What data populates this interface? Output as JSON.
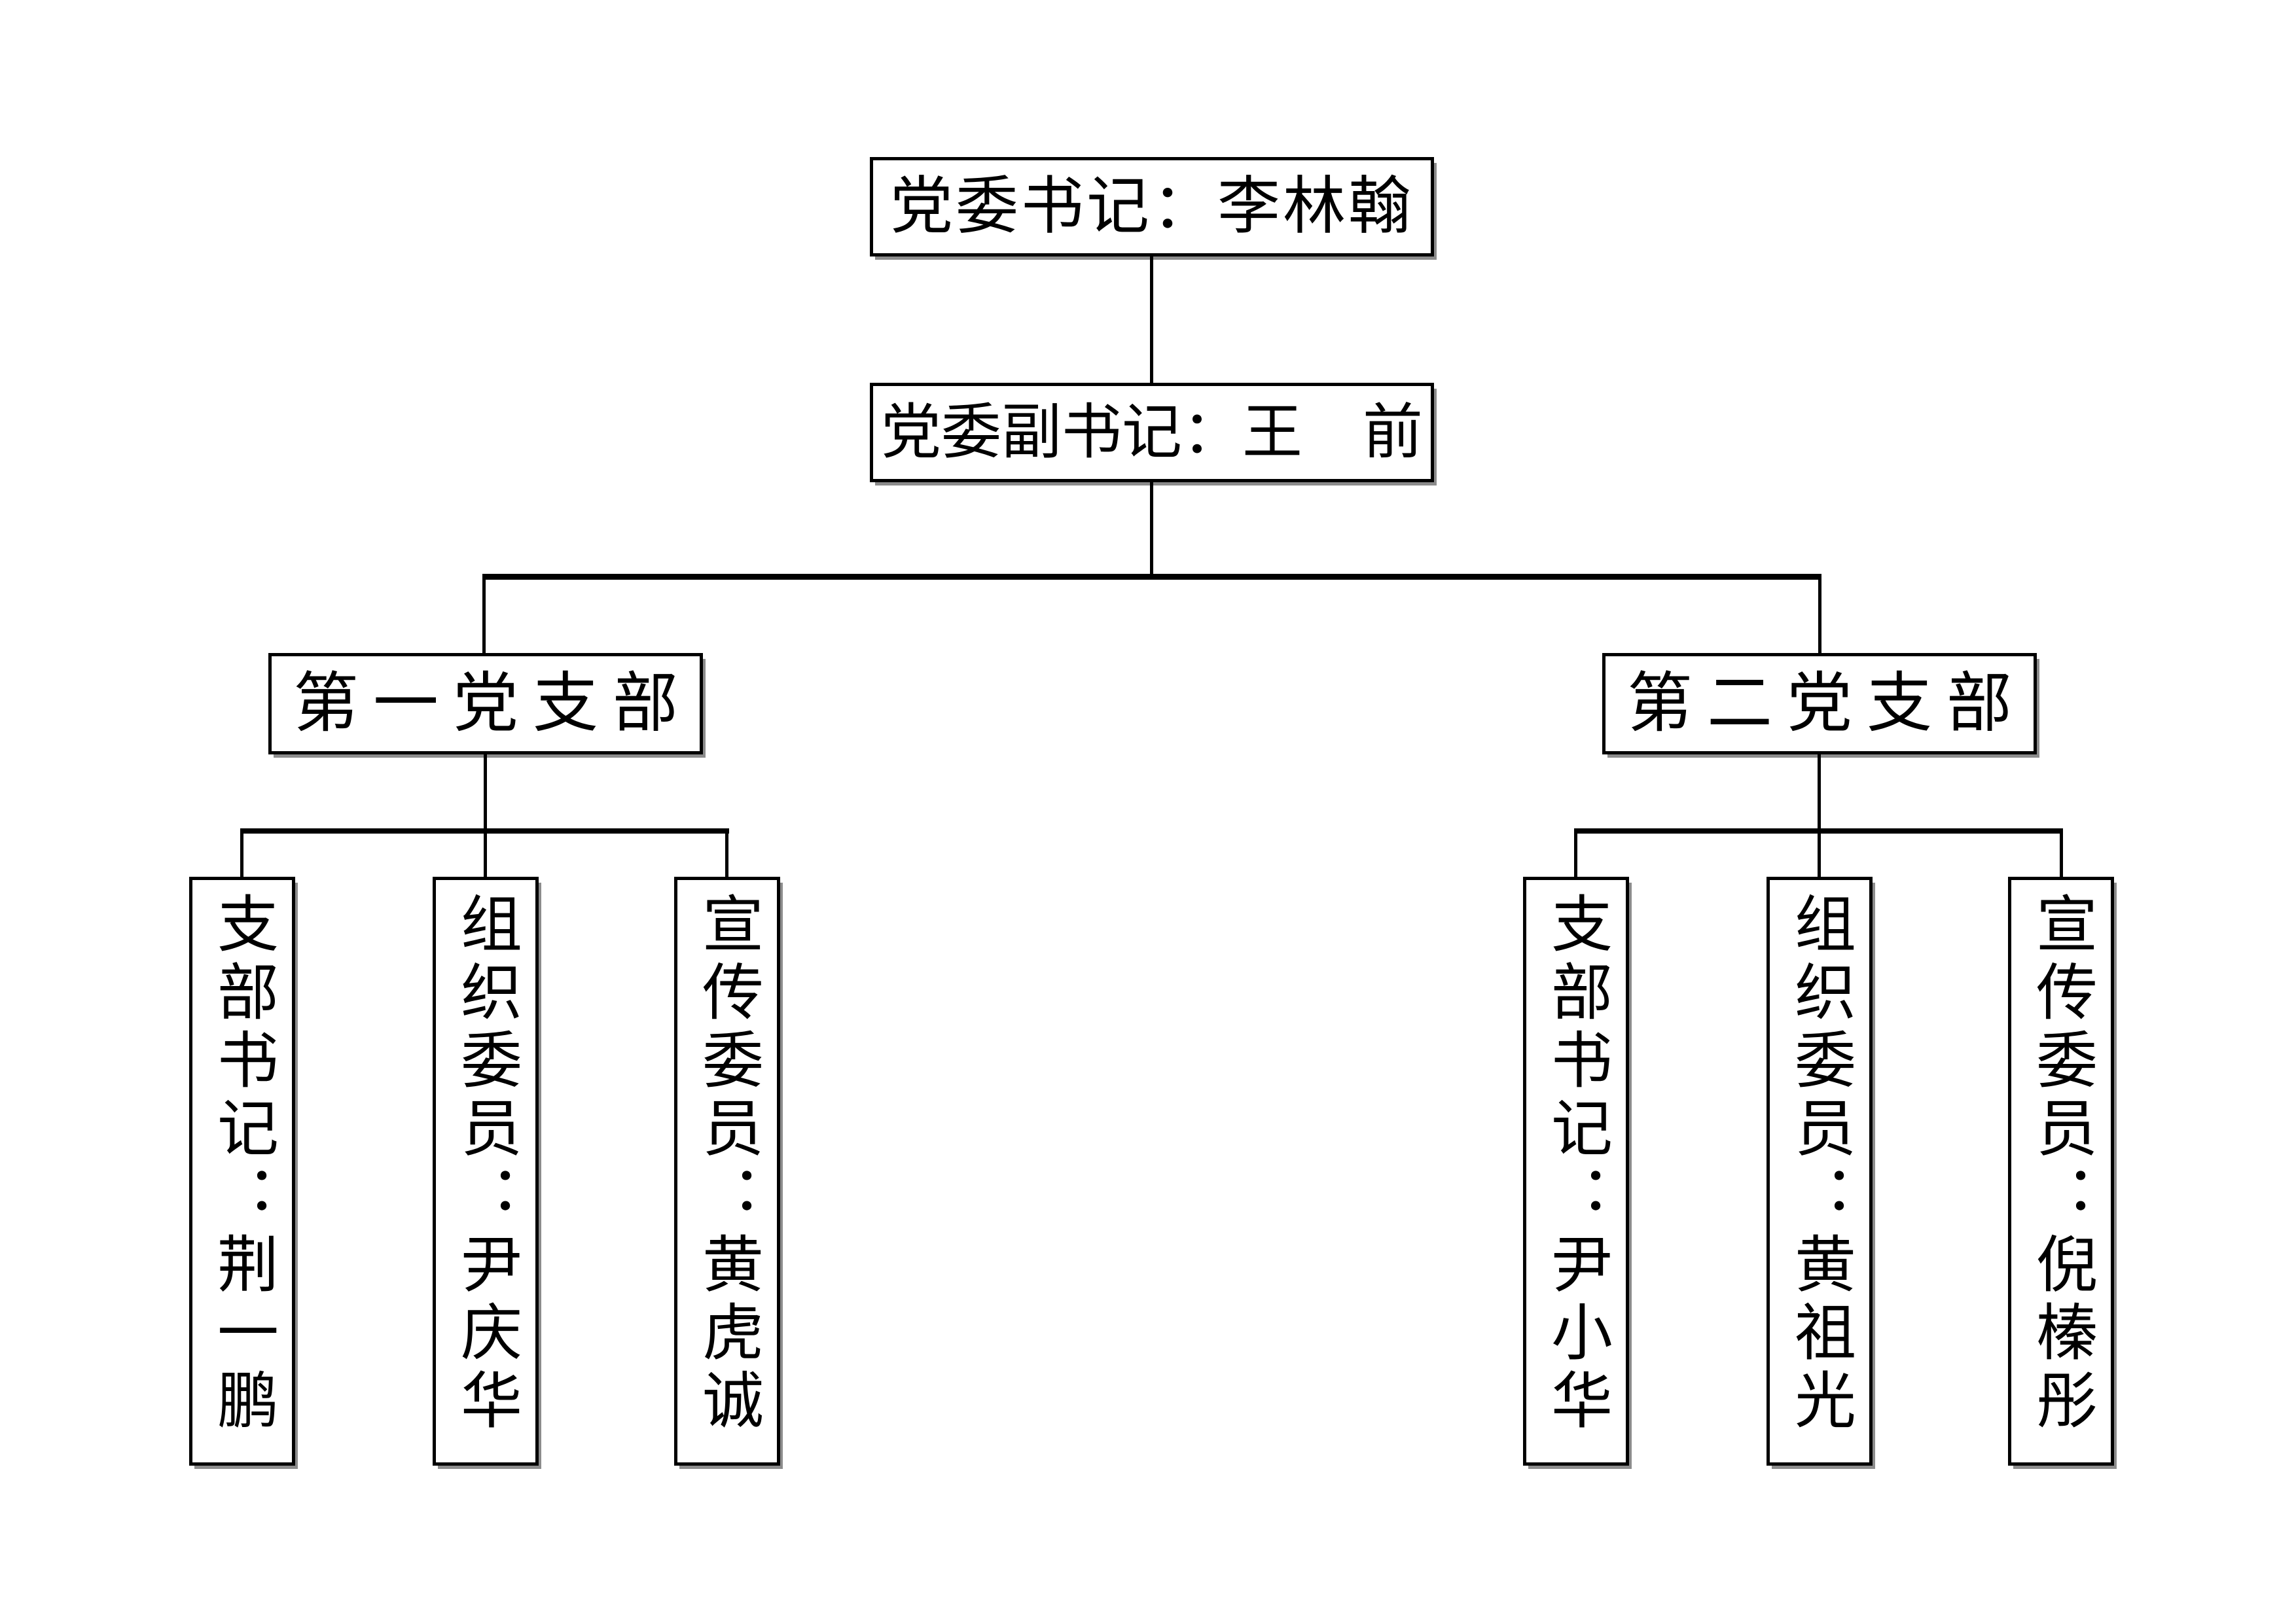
{
  "org": {
    "root": {
      "role": "党委书记",
      "name": "李林翰",
      "label": "党委书记：李林翰"
    },
    "deputy": {
      "role": "党委副书记",
      "name": "王　前",
      "label": "党委副书记：王　前"
    },
    "branches": [
      {
        "label": "第一党支部",
        "members": [
          {
            "role": "支部书记",
            "name": "荆一鹏",
            "label": "支部书记：荆一鹏"
          },
          {
            "role": "组织委员",
            "name": "尹庆华",
            "label": "组织委员：尹庆华"
          },
          {
            "role": "宣传委员",
            "name": "黄虎诚",
            "label": "宣传委员：黄虎诚"
          }
        ]
      },
      {
        "label": "第二党支部",
        "members": [
          {
            "role": "支部书记",
            "name": "尹小华",
            "label": "支部书记：尹小华"
          },
          {
            "role": "组织委员",
            "name": "黄祖光",
            "label": "组织委员：黄祖光"
          },
          {
            "role": "宣传委员",
            "name": "倪榛彤",
            "label": "宣传委员：倪榛彤"
          }
        ]
      }
    ]
  },
  "colors": {
    "background": "#ffffff",
    "box_fill": "#ffffff",
    "box_border": "#000000",
    "line": "#000000",
    "text": "#000000"
  }
}
